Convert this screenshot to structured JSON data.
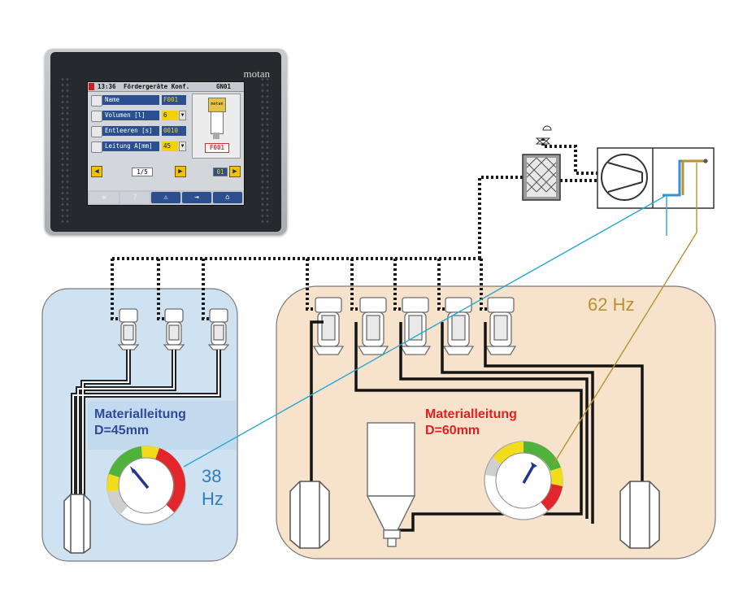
{
  "hmi": {
    "brand": "motan",
    "time": "13:36",
    "title": "Fördergeräte Konf.",
    "tab": "GN01",
    "fields": [
      {
        "label": "Name",
        "value": "F001",
        "icon": "name-tag-icon"
      },
      {
        "label": "Volumen  [l]",
        "value": "6",
        "icon": "volume-icon"
      },
      {
        "label": "Entleeren [s]",
        "value": "0010",
        "icon": "discharge-arrow-icon"
      },
      {
        "label": "Leitung A[mm]",
        "value": "45",
        "icon": "pipe-icon"
      }
    ],
    "preview_brand": "motan",
    "preview_id": "F001",
    "page": "1/5",
    "unit": "01",
    "bottom_buttons": [
      "wrench-icon",
      "help-icon",
      "warning-icon",
      "exit-icon",
      "home-icon"
    ],
    "colors": {
      "field_bg": "#2c4f8f",
      "field_text": "#f0d020",
      "nav_button": "#f2c200"
    }
  },
  "left_group": {
    "label_line1": "Materialleitung",
    "label_line2": "D=45mm",
    "hz_value": "38",
    "hz_unit": "Hz",
    "gauge_level": 0.3,
    "bg_color": "#cfe2f2",
    "label_color": "#2f4a9a",
    "hz_color": "#2f7cbf"
  },
  "right_group": {
    "label_line1": "Materialleitung",
    "label_line2": "D=60mm",
    "hz_text": "62 Hz",
    "gauge_level": 0.58,
    "bg_color": "#f7e2cc",
    "label_color": "#e02020",
    "hz_color": "#b8922e"
  },
  "gauge_segments": [
    "#e3262b",
    "#f1dd1b",
    "#4fb33b",
    "#cfcfcf"
  ],
  "signal_lines": {
    "left": "#27a6d6",
    "right": "#b8922e"
  }
}
